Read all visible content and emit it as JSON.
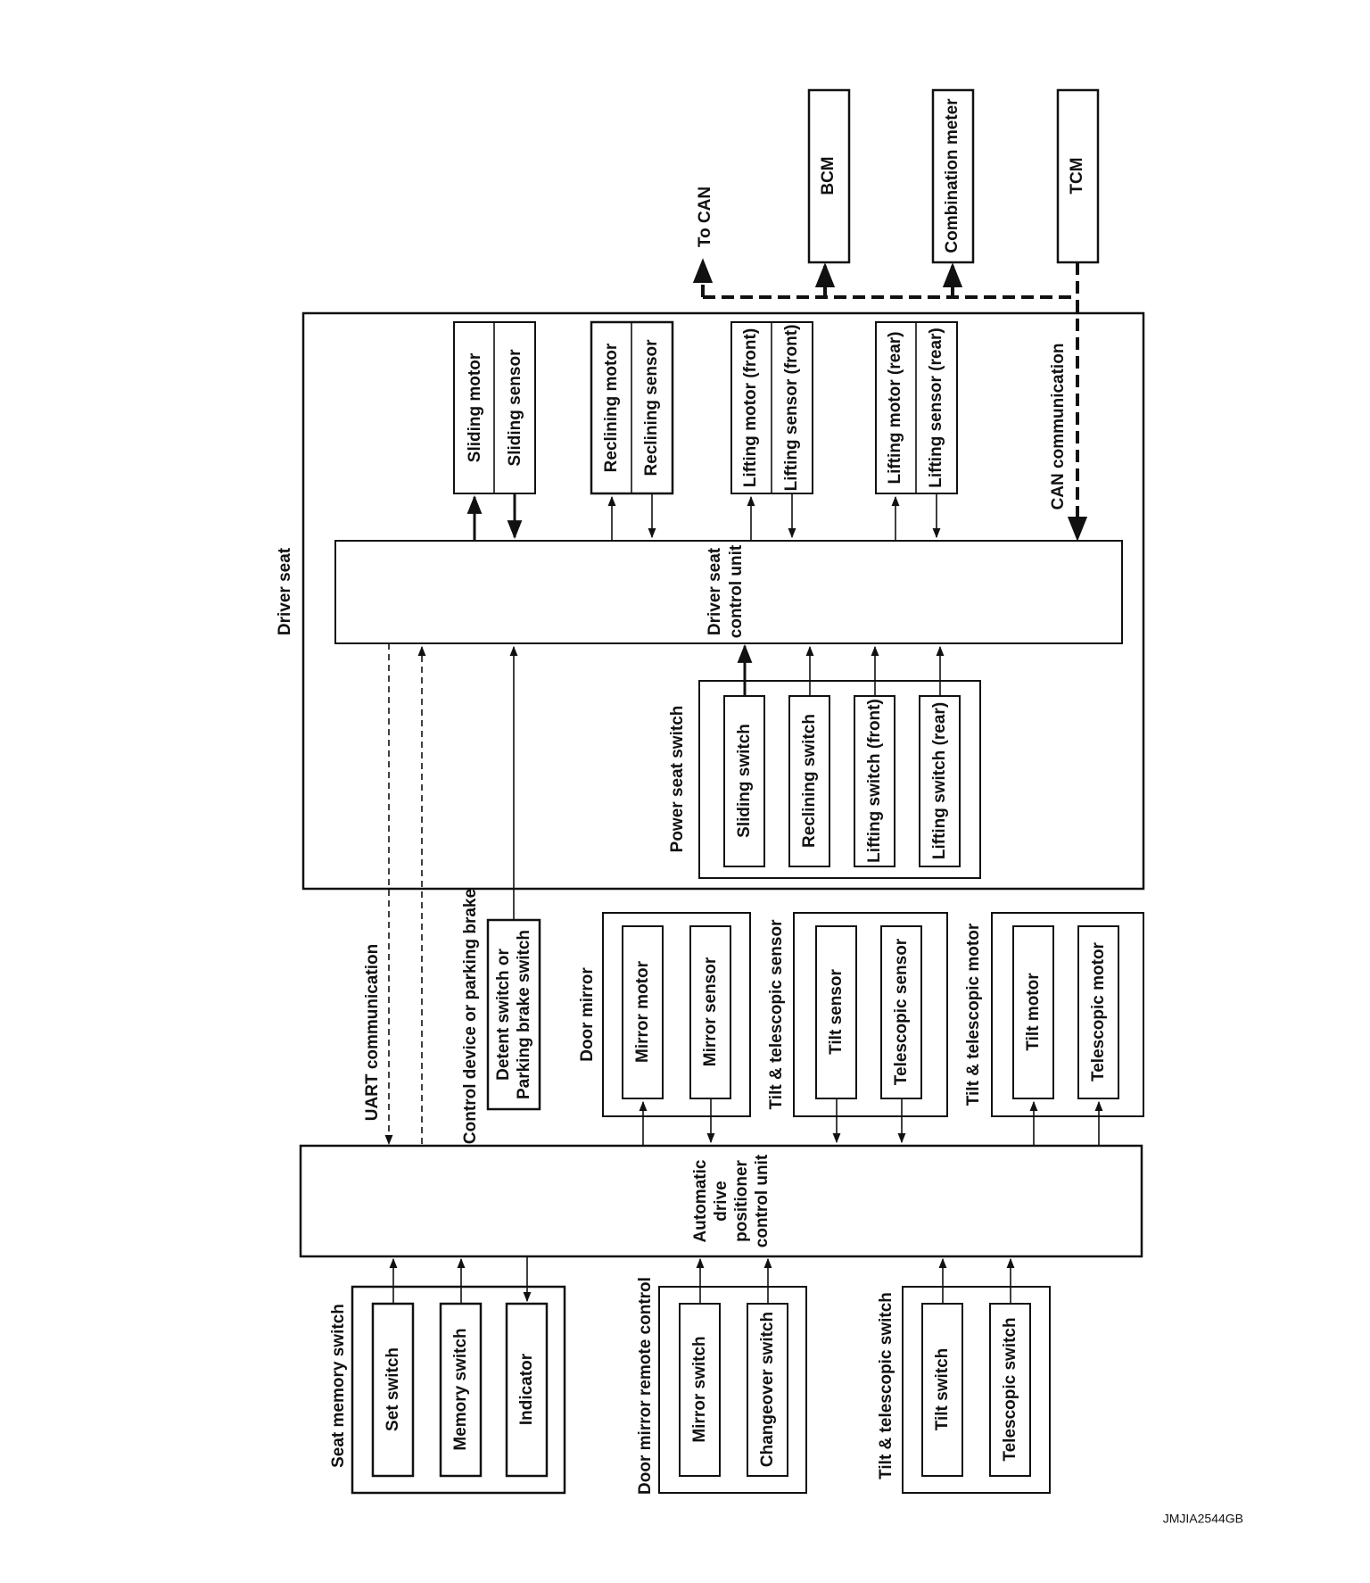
{
  "can_bus": {
    "to_can": "To CAN",
    "bcm": "BCM",
    "combination_meter": "Combination meter",
    "tcm": "TCM"
  },
  "driver_seat": {
    "title": "Driver seat",
    "control_unit": [
      "Driver seat",
      "control unit"
    ],
    "can_communication": "CAN communication",
    "sliding_motor": "Sliding motor",
    "sliding_sensor": "Sliding sensor",
    "reclining_motor": "Reclining motor",
    "reclining_sensor": "Reclining sensor",
    "lifting_motor_front": "Lifting motor (front)",
    "lifting_sensor_front": "Lifting sensor (front)",
    "lifting_motor_rear": "Lifting motor (rear)",
    "lifting_sensor_rear": "Lifting sensor (rear)",
    "power_seat_switch": {
      "title": "Power seat switch",
      "sliding_switch": "Sliding switch",
      "reclining_switch": "Reclining switch",
      "lifting_switch_front": "Lifting switch (front)",
      "lifting_switch_rear": "Lifting switch (rear)"
    }
  },
  "uart_communication": "UART communication",
  "control_device": {
    "title": "Control device or parking brake",
    "switch": [
      "Detent switch or",
      "Parking brake switch"
    ]
  },
  "door_mirror": {
    "title": "Door mirror",
    "mirror_motor": "Mirror motor",
    "mirror_sensor": "Mirror sensor"
  },
  "tilt_telescopic_sensor": {
    "title": "Tilt & telescopic sensor",
    "tilt_sensor": "Tilt sensor",
    "telescopic_sensor": "Telescopic sensor"
  },
  "tilt_telescopic_motor": {
    "title": "Tilt & telescopic motor",
    "tilt_motor": "Tilt motor",
    "telescopic_motor": "Telescopic motor"
  },
  "adp_control_unit": [
    "Automatic",
    "drive",
    "positioner",
    "control unit"
  ],
  "seat_memory_switch": {
    "title": "Seat memory switch",
    "set_switch": "Set switch",
    "memory_switch": "Memory switch",
    "indicator": "Indicator"
  },
  "door_mirror_remote_control": {
    "title": "Door mirror remote control",
    "mirror_switch": "Mirror switch",
    "changeover_switch": "Changeover switch"
  },
  "tilt_telescopic_switch": {
    "title": "Tilt & telescopic switch",
    "tilt_switch": "Tilt switch",
    "telescopic_switch": "Telescopic switch"
  },
  "figure_code": "JMJIA2544GB"
}
